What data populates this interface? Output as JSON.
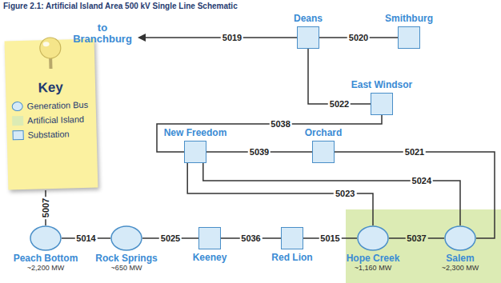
{
  "diagram": {
    "title": "Figure 2.1: Artificial Island Area 500 kV Single Line Schematic",
    "nodes": [
      {
        "text": [
          "Deans"
        ]
      },
      {
        "text": [
          "Smithburg"
        ]
      },
      {
        "text": [
          "East Windsor"
        ]
      },
      {
        "text": [
          "New Freedom"
        ]
      },
      {
        "text": [
          "Orchard"
        ]
      },
      {
        "text": [
          "Peach Bottom",
          "~2,200 MW"
        ]
      },
      {
        "text": [
          "Rock Springs",
          "~650 MW"
        ]
      },
      {
        "text": [
          "Keeney"
        ]
      },
      {
        "text": [
          "Red Lion"
        ]
      },
      {
        "text": [
          "Hope Creek",
          "~1,160 MW"
        ]
      },
      {
        "text": [
          "Salem",
          "~2,300 MW"
        ]
      }
    ],
    "edges": [
      {
        "from": 0,
        "to": 1,
        "arrow": "none",
        "label": "5020"
      },
      {
        "from": 0,
        "to": 2,
        "arrow": "none",
        "label": "5022"
      },
      {
        "from": 2,
        "to": 3,
        "arrow": "none",
        "label": "5038"
      },
      {
        "from": 3,
        "to": 4,
        "arrow": "none",
        "label": "5039"
      },
      {
        "from": 4,
        "to": 10,
        "arrow": "none",
        "label": "5021"
      },
      {
        "from": 3,
        "to": 10,
        "arrow": "none",
        "label": "5024"
      },
      {
        "from": 3,
        "to": 9,
        "arrow": "none",
        "label": "5023"
      },
      {
        "from": 5,
        "to": 6,
        "arrow": "none",
        "label": "5014"
      },
      {
        "from": 6,
        "to": 7,
        "arrow": "none",
        "label": "5025"
      },
      {
        "from": 7,
        "to": 8,
        "arrow": "none",
        "label": "5036"
      },
      {
        "from": 8,
        "to": 9,
        "arrow": "none",
        "label": "5015"
      },
      {
        "from": 9,
        "to": 10,
        "arrow": "none",
        "label": "5037"
      }
    ],
    "labels": [
      "to Branchburg",
      "5019",
      "Key",
      "5007"
    ],
    "legend": [
      {
        "text": "Generation Bus"
      },
      {
        "text": "Artificial Island",
        "color": "#dcebb4"
      },
      {
        "text": "Substation"
      }
    ]
  }
}
